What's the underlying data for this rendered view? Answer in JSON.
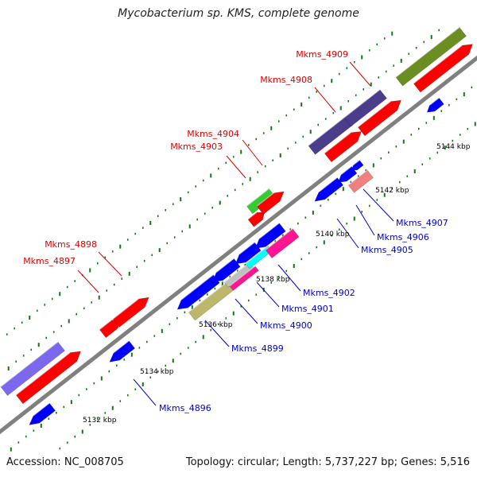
{
  "title": "Mycobacterium sp. KMS, complete genome",
  "footer": {
    "accession_label": "Accession: ",
    "accession": "NC_008705",
    "topology_label": "Topology: ",
    "topology": "circular",
    "length_label": "; Length: ",
    "length": "5,737,227 bp",
    "genes_label": "; Genes: ",
    "genes": "5,516"
  },
  "scale_labels": [
    "5132 kbp",
    "5134 kbp",
    "5136 kbp",
    "5138 kbp",
    "5140 kbp",
    "5142 kbp",
    "5144 kbp"
  ],
  "genes_forward": [
    {
      "name": "Mkms_4897",
      "color": "#ff0000"
    },
    {
      "name": "Mkms_4898",
      "color": "#ff0000"
    },
    {
      "name": "Mkms_4903",
      "color": "#ff0000"
    },
    {
      "name": "Mkms_4904",
      "color": "#ff0000"
    },
    {
      "name": "Mkms_4908",
      "color": "#ff0000"
    },
    {
      "name": "Mkms_4909",
      "color": "#ff0000"
    }
  ],
  "genes_reverse": [
    {
      "name": "Mkms_4896",
      "color": "#0000ff"
    },
    {
      "name": "Mkms_4899",
      "color": "#0000ff"
    },
    {
      "name": "Mkms_4900",
      "color": "#0000ff"
    },
    {
      "name": "Mkms_4901",
      "color": "#0000ff"
    },
    {
      "name": "Mkms_4902",
      "color": "#0000ff"
    },
    {
      "name": "Mkms_4905",
      "color": "#0000ff"
    },
    {
      "name": "Mkms_4906",
      "color": "#0000ff"
    },
    {
      "name": "Mkms_4907",
      "color": "#0000ff"
    }
  ],
  "colors": {
    "backbone": "#808080",
    "forward_label": "#e00000",
    "reverse_label": "#0000cc",
    "cds_forward": "#ff0000",
    "cds_reverse": "#0000ff",
    "cog_purple": "#4b3c8c",
    "cog_olive": "#6b8e23",
    "cog_green": "#33cc33",
    "cog_khaki": "#bdb76b",
    "cog_cyan": "#00ffff",
    "cog_magenta": "#ff1493",
    "cog_pink": "#f08080",
    "cog_lavender": "#7b68ee",
    "tick_green": "#117711"
  }
}
